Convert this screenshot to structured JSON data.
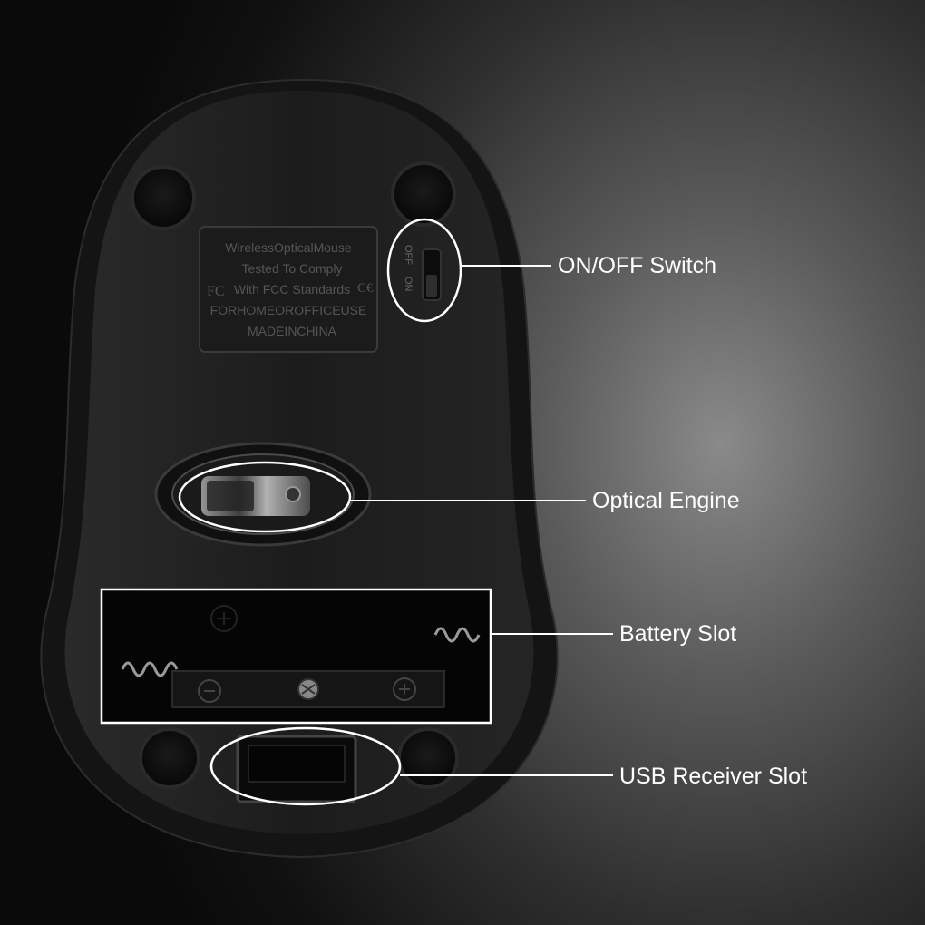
{
  "label_plate": {
    "line1": "WirelessOpticalMouse",
    "line2": "Tested To Comply",
    "line3": "With FCC Standards",
    "line4": "FORHOMEOROFFICEUSE",
    "line5": "MADEINCHINA",
    "fc_mark": "FC",
    "ce_mark": "C€"
  },
  "switch": {
    "off_label": "OFF",
    "on_label": "ON"
  },
  "callouts": {
    "on_off": "ON/OFF Switch",
    "optical": "Optical Engine",
    "battery": "Battery Slot",
    "usb": "USB Receiver Slot"
  }
}
